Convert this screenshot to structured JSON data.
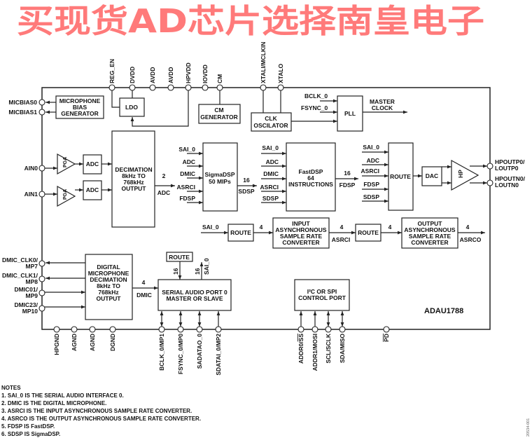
{
  "watermark": "买现货AD芯片选择南皇电子",
  "chip_name": "ADAU1788",
  "top_pins": [
    "REG_EN",
    "DVDD",
    "AVDD",
    "AVDD",
    "HPVDD",
    "IOVDD",
    "CM",
    "XTALI/MCLKIN",
    "XTALO"
  ],
  "left_pins": {
    "micbias0": "MICBIAS0",
    "micbias1": "MICBIAS1",
    "ain0": "AIN0",
    "ain1": "AIN1",
    "dmic_clk0": [
      "DMIC_CLK0/",
      "MP7"
    ],
    "dmic_clk1": [
      "DMIC_CLK1/",
      "MP8"
    ],
    "dmic01": [
      "DMIC01/",
      "MP9"
    ],
    "dmic23": [
      "DMIC23/",
      "MP10"
    ]
  },
  "right_pins": {
    "hpoutp0": [
      "HPOUTP0/",
      "LOUTP0"
    ],
    "hpoutn0": [
      "HPOUTN0/",
      "LOUTN0"
    ]
  },
  "bottom_pins": [
    "HPGND",
    "AGND",
    "AGND",
    "DGND",
    "BCLK_0/MP1",
    "FSYNC_0/MP0",
    "SADATAO_0",
    "SDATAI_0/MP2",
    "ADDR0/",
    "SS",
    "ADDR1/MOSI",
    "SCL/SCLK",
    "SDA/MISO",
    "PD"
  ],
  "blocks": {
    "mic_bias": [
      "MICROPHONE",
      "BIAS",
      "GENERATOR"
    ],
    "ldo": "LDO",
    "cm_gen": [
      "CM",
      "GENERATOR"
    ],
    "clk_osc": [
      "CLK",
      "OSCILATOR"
    ],
    "pll": "PLL",
    "pga": "PGA",
    "adc": "ADC",
    "decimation": [
      "DECIMATION",
      "8kHz TO",
      "768kHz",
      "OUTPUT"
    ],
    "sigmadsp": [
      "SigmaDSP",
      "50 MIPs"
    ],
    "fastdsp": [
      "FastDSP",
      "64",
      "INSTRUCTIONS"
    ],
    "route": "ROUTE",
    "dac": "DAC",
    "hp": "HP",
    "input_asrc": [
      "INPUT",
      "ASYNCHRONOUS",
      "SAMPLE RATE",
      "CONVERTER"
    ],
    "output_asrc": [
      "OUTPUT",
      "ASYNCHRONOUS",
      "SAMPLE RATE",
      "CONVERTER"
    ],
    "dmic_dec": [
      "DIGITAL",
      "MICROPHONE",
      "DECIMATION",
      "8kHz TO",
      "768kHz",
      "OUTPUT"
    ],
    "sap": [
      "SERIAL AUDIO PORT 0",
      "MASTER OR SLAVE"
    ],
    "ctrl": [
      "I²C OR SPI",
      "CONTROL PORT"
    ]
  },
  "signals": {
    "bclk": "BCLK_0",
    "fsync": "FSYNC_0",
    "master_clock": [
      "MASTER",
      "CLOCK"
    ],
    "sai": "SAI_0",
    "adc": "ADC",
    "dmic": "DMIC",
    "asrci": "ASRCI",
    "asrco": "ASRCO",
    "fdsp": "FDSP",
    "sdsp": "SDSP",
    "w2": "2",
    "w4": "4",
    "w16": "16"
  },
  "notes": {
    "title": "NOTES",
    "items": [
      "1. SAI_0 IS THE SERIAL AUDIO INTERFACE 0.",
      "2. DMIC IS THE DIGITAL MICROPHONE.",
      "3. ASRCI IS THE INPUT ASYNCHRONOUS SAMPLE RATE CONVERTER.",
      "4. ASRCO IS THE OUTPUT ASYNCHRONOUS SAMPLE RATE CONVERTER.",
      "5. FDSP IS FastDSP.",
      "6. SDSP IS SigmaDSP."
    ]
  },
  "figure_code": "20534-001"
}
